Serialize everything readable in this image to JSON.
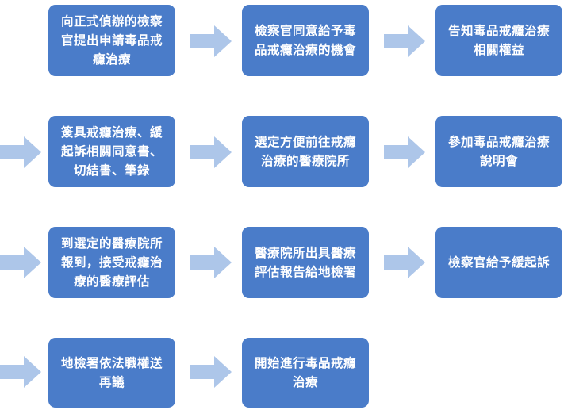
{
  "colors": {
    "box": "#4a7cc9",
    "box_text": "#ffffff",
    "arrow": "#adc6e9"
  },
  "steps": [
    {
      "label": "向正式偵辦的檢察官提出申請毒品戒癮治療"
    },
    {
      "label": "檢察官同意給予毒品戒癮治療的機會"
    },
    {
      "label": "告知毒品戒癮治療相關權益"
    },
    {
      "label": "簽具戒癮治療、緩起訴相關同意書、切結書、筆錄"
    },
    {
      "label": "選定方便前往戒癮治療的醫療院所"
    },
    {
      "label": "參加毒品戒癮治療說明會"
    },
    {
      "label": "到選定的醫療院所報到，接受戒癮治療的醫療評估"
    },
    {
      "label": "醫療院所出具醫療評估報告給地檢署"
    },
    {
      "label": "檢察官給予緩起訴"
    },
    {
      "label": "地檢署依法職權送再議"
    },
    {
      "label": "開始進行毒品戒癮治療"
    }
  ]
}
